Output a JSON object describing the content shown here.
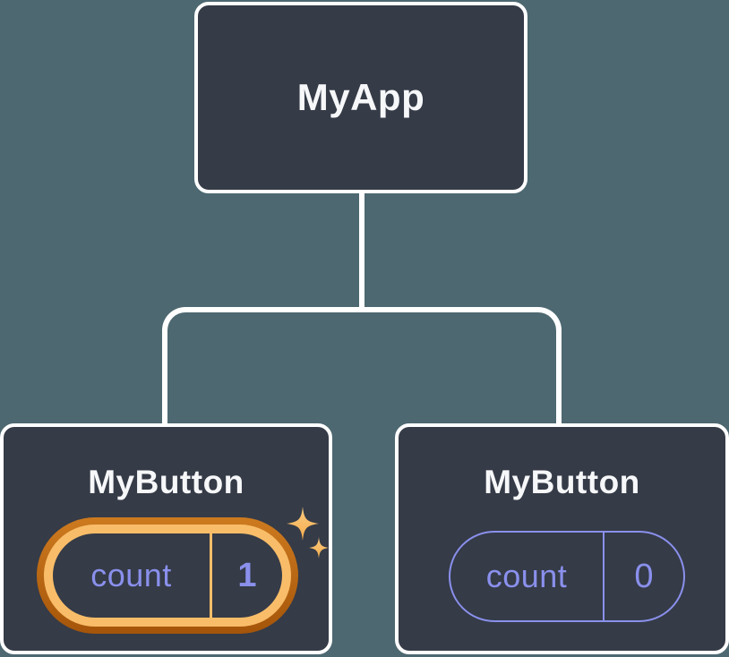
{
  "diagram_title": "component-state-tree",
  "tree": {
    "root": {
      "label": "MyApp"
    },
    "children": [
      {
        "label": "MyButton",
        "state": {
          "key": "count",
          "value": "1"
        },
        "highlighted": true
      },
      {
        "label": "MyButton",
        "state": {
          "key": "count",
          "value": "0"
        },
        "highlighted": false
      }
    ]
  },
  "icons": {
    "sparkles": "sparkles-icon"
  },
  "colors": {
    "background": "#4D6871",
    "node_fill": "#353B47",
    "node_border": "#FFFFFF",
    "connector": "#FFFFFF",
    "title_text": "#F6F7F9",
    "state_text": "#8A90EC",
    "pill_plain_border": "#8A90EC",
    "highlight_ring_outer_top": "#CD7A1F",
    "highlight_ring_outer_bottom": "#A55509",
    "highlight_ring_inner": "#F9BD69",
    "sparkle": "#F8BC67"
  }
}
